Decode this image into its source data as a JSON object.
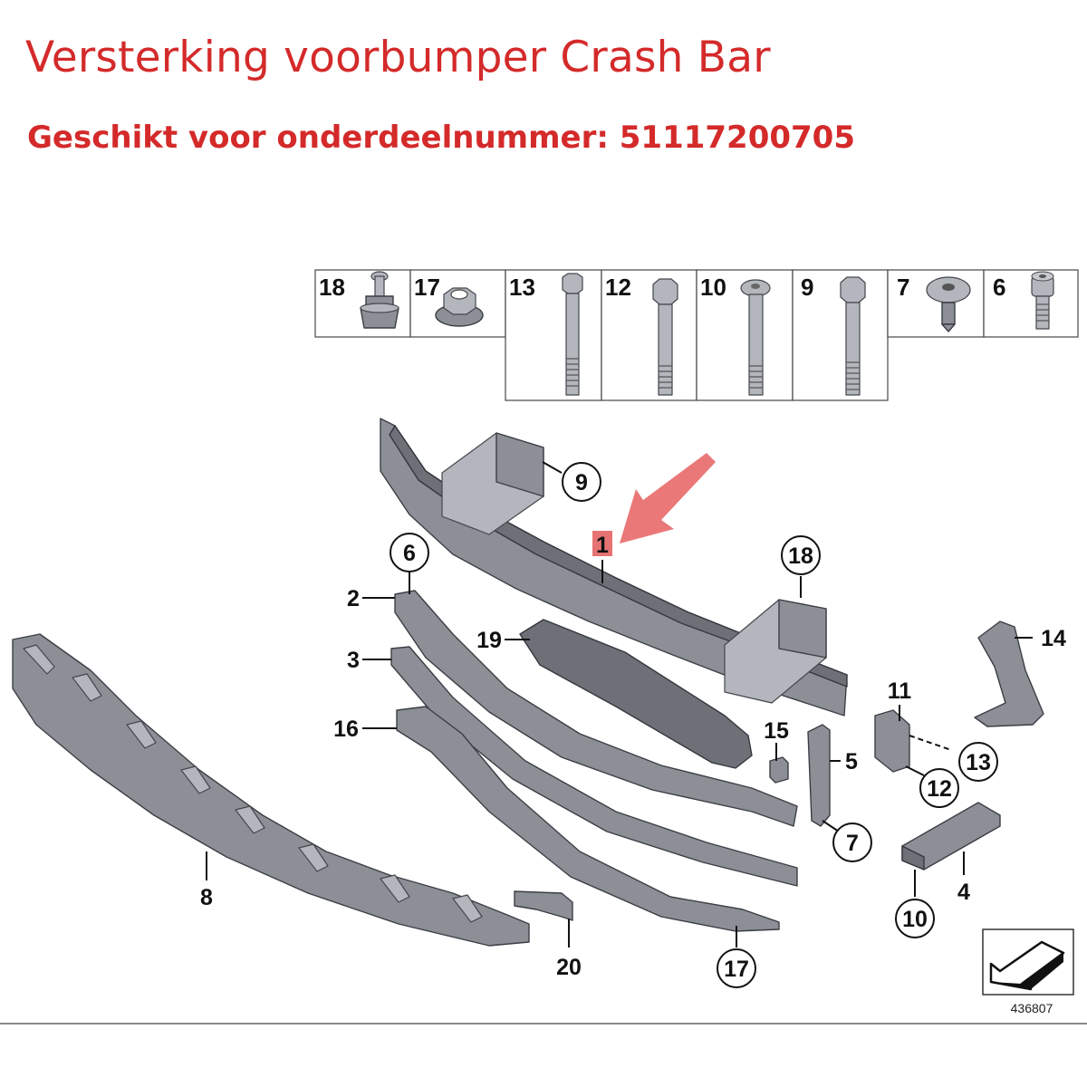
{
  "header": {
    "title": "Versterking voorbumper Crash Bar",
    "subtitle": "Geschikt voor onderdeelnummer: 51117200705"
  },
  "fastener_table": {
    "cells": [
      "18",
      "17",
      "13",
      "12",
      "10",
      "9",
      "7",
      "6"
    ]
  },
  "callouts": {
    "c1": "1",
    "c2": "2",
    "c3": "3",
    "c4": "4",
    "c5": "5",
    "c6": "6",
    "c7": "7",
    "c8": "8",
    "c9": "9",
    "c10": "10",
    "c11": "11",
    "c12": "12",
    "c13": "13",
    "c14": "14",
    "c15": "15",
    "c16": "16",
    "c17": "17",
    "c18": "18",
    "c19": "19",
    "c20": "20"
  },
  "highlight": {
    "callout": "1",
    "arrow_color": "#e86060",
    "box_color": "#e05050"
  },
  "colors": {
    "title": "#d42a2a",
    "part": "#8c8f96",
    "line": "#111111"
  },
  "reference_number": "436807"
}
